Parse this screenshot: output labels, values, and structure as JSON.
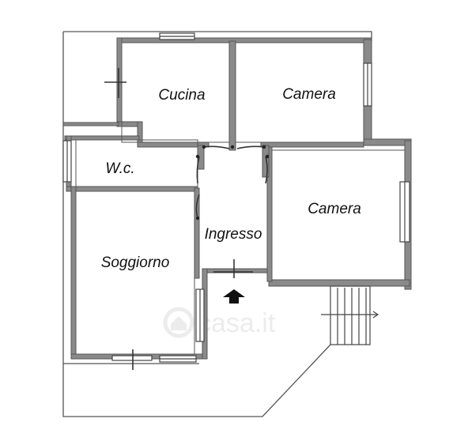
{
  "plan": {
    "wall_color": "#7a7a7a",
    "outline_color": "#555555",
    "text_color": "#111111",
    "rooms": {
      "cucina": "Cucina",
      "camera_top": "Camera",
      "camera_right": "Camera",
      "wc": "W.c.",
      "ingresso": "Ingresso",
      "soggiorno": "Soggiorno"
    },
    "entrance_arrow_icon": "up-arrow-icon",
    "watermark": {
      "icon": "house-logo-icon",
      "text": "casa.it"
    }
  }
}
